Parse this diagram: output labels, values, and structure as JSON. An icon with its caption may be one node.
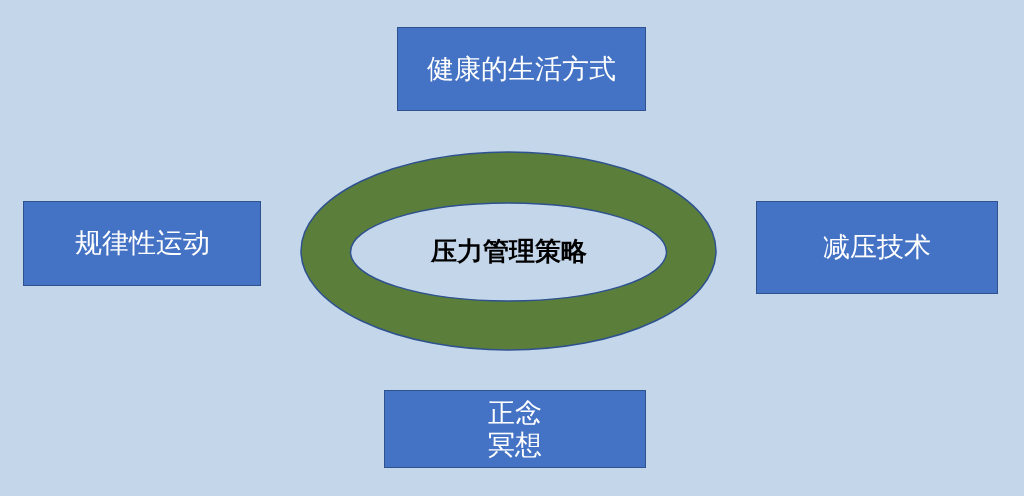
{
  "diagram": {
    "nodes": [
      {
        "text": [
          "健康的生活方式"
        ]
      },
      {
        "text": [
          "规律性运动"
        ]
      },
      {
        "text": [
          "压力管理策略"
        ]
      },
      {
        "text": [
          "减压技术"
        ]
      },
      {
        "text": [
          "正念冥想"
        ]
      }
    ]
  }
}
